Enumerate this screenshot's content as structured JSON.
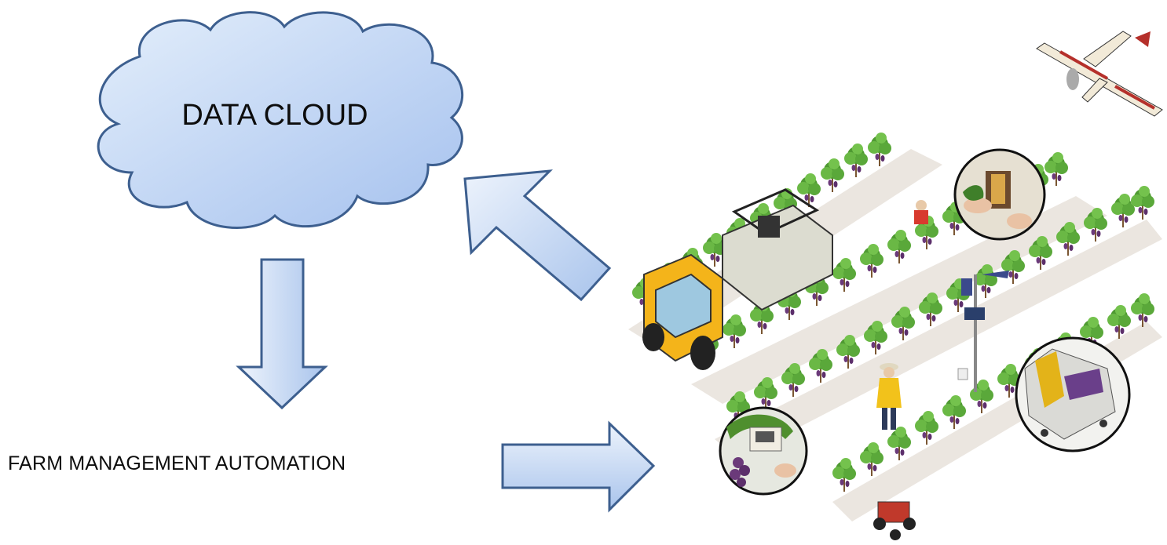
{
  "diagram": {
    "cloud": {
      "label": "DATA CLOUD"
    },
    "process": {
      "label": "FARM MANAGEMENT AUTOMATION"
    },
    "arrows": [
      {
        "from": "farm",
        "to": "data-cloud",
        "direction": "up-left"
      },
      {
        "from": "data-cloud",
        "to": "farm-management-automation",
        "direction": "down"
      },
      {
        "from": "farm-management-automation",
        "to": "farm",
        "direction": "right"
      }
    ],
    "colors": {
      "arrow_fill_light": "#e8f0fb",
      "arrow_fill_dark": "#a9c4ec",
      "arrow_stroke": "#3d5f8f",
      "cloud_fill_light": "#dce9f9",
      "cloud_fill_dark": "#a7c3ee",
      "cloud_stroke": "#3d5f8f",
      "vine_leaf": "#5da43a",
      "grape": "#6b3a7a",
      "tractor": "#f4b41a"
    },
    "illustration": {
      "description_icons": [
        "vineyard-icon",
        "tractor-icon",
        "drone-plane-icon",
        "weather-station-icon",
        "sensor-icon",
        "grape-sorter-icon",
        "farm-robot-icon"
      ]
    }
  }
}
